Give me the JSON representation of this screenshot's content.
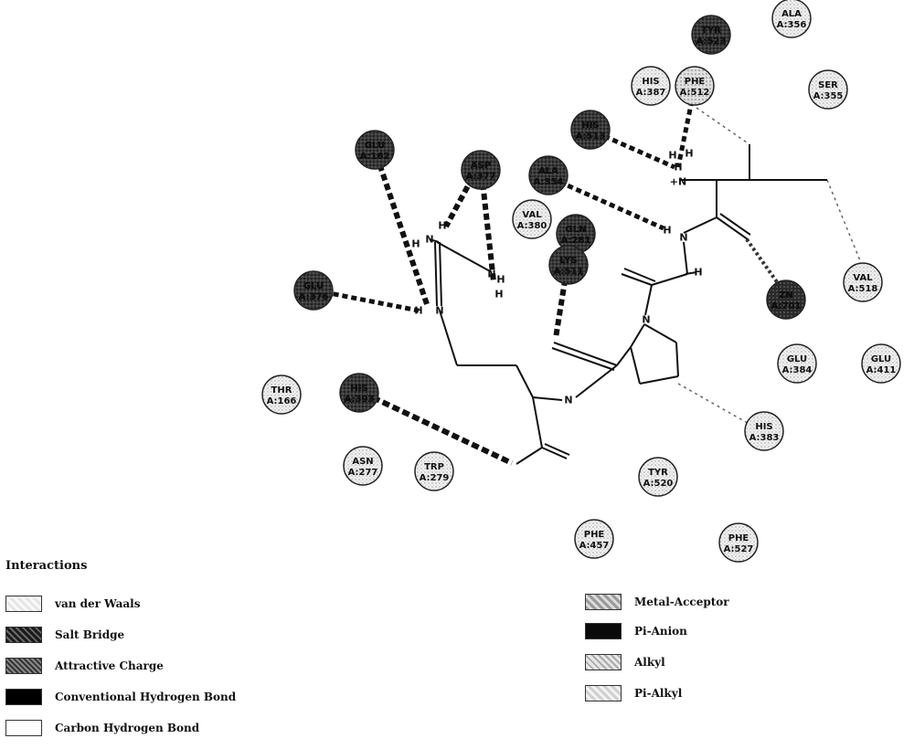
{
  "legend": {
    "title": "Interactions",
    "items": [
      {
        "label": "van der Waals"
      },
      {
        "label": "Salt Bridge"
      },
      {
        "label": "Attractive Charge"
      },
      {
        "label": "Conventional Hydrogen Bond"
      },
      {
        "label": "Carbon Hydrogen Bond"
      },
      {
        "label": "Metal-Acceptor"
      },
      {
        "label": "Pi-Anion"
      },
      {
        "label": "Alkyl"
      },
      {
        "label": "Pi-Alkyl"
      }
    ]
  },
  "residues": [
    {
      "name": "TYR",
      "id": "A:523",
      "type": "attractive"
    },
    {
      "name": "ALA",
      "id": "A:356",
      "type": "vdw"
    },
    {
      "name": "HIS",
      "id": "A:387",
      "type": "vdw"
    },
    {
      "name": "PHE",
      "id": "A:512",
      "type": "alkyl"
    },
    {
      "name": "SER",
      "id": "A:355",
      "type": "vdw"
    },
    {
      "name": "HIS",
      "id": "A:513",
      "type": "attractive"
    },
    {
      "name": "GLU",
      "id": "A:162",
      "type": "attractive"
    },
    {
      "name": "ASP",
      "id": "A:377",
      "type": "attractive"
    },
    {
      "name": "ALA",
      "id": "A:354",
      "type": "attractive"
    },
    {
      "name": "VAL",
      "id": "A:380",
      "type": "vdw"
    },
    {
      "name": "GLN",
      "id": "A:281",
      "type": "attractive"
    },
    {
      "name": "LYS",
      "id": "A:511",
      "type": "attractive"
    },
    {
      "name": "GLU",
      "id": "A:376",
      "type": "attractive"
    },
    {
      "name": "VAL",
      "id": "A:518",
      "type": "vdw"
    },
    {
      "name": "ZN",
      "id": "A:701",
      "type": "salt"
    },
    {
      "name": "GLU",
      "id": "A:384",
      "type": "vdw"
    },
    {
      "name": "GLU",
      "id": "A:411",
      "type": "vdw"
    },
    {
      "name": "THR",
      "id": "A:166",
      "type": "vdw"
    },
    {
      "name": "HIS",
      "id": "A:393",
      "type": "attractive"
    },
    {
      "name": "HIS",
      "id": "A:383",
      "type": "vdw"
    },
    {
      "name": "ASN",
      "id": "A:277",
      "type": "vdw"
    },
    {
      "name": "TRP",
      "id": "A:279",
      "type": "vdw"
    },
    {
      "name": "TYR",
      "id": "A:520",
      "type": "vdw"
    },
    {
      "name": "PHE",
      "id": "A:457",
      "type": "vdw"
    },
    {
      "name": "PHE",
      "id": "A:527",
      "type": "vdw"
    }
  ],
  "atoms": [
    {
      "symbol": "H"
    },
    {
      "symbol": "N"
    },
    {
      "symbol": "H"
    },
    {
      "symbol": "N"
    },
    {
      "symbol": "H"
    },
    {
      "symbol": "H"
    },
    {
      "symbol": "N"
    },
    {
      "symbol": "H"
    },
    {
      "symbol": "H"
    },
    {
      "symbol": "N"
    },
    {
      "symbol": "H"
    },
    {
      "symbol": "N"
    },
    {
      "symbol": "H"
    },
    {
      "symbol": "N"
    },
    {
      "symbol": "+N"
    },
    {
      "symbol": "H"
    },
    {
      "symbol": "H"
    }
  ],
  "colors": {
    "vdw": "#ececec",
    "salt": "#2b2b2b",
    "attractive": "#3a3a3a",
    "alkyl": "#d8d8d8",
    "bond": "#111111"
  }
}
